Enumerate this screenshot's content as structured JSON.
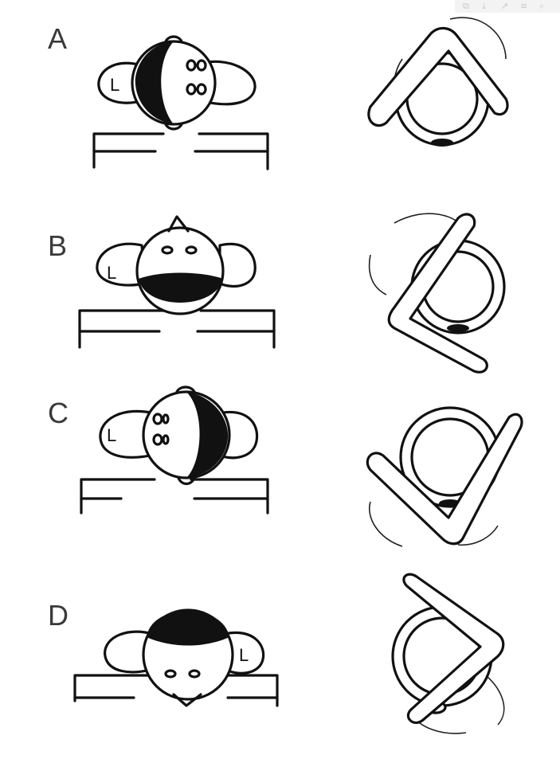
{
  "panels": [
    {
      "label": "A",
      "ear_letter": "L"
    },
    {
      "label": "B",
      "ear_letter": "L"
    },
    {
      "label": "C",
      "ear_letter": "L"
    },
    {
      "label": "D",
      "ear_letter": "L"
    }
  ],
  "toolbar": {
    "icons": [
      "copy-icon",
      "download-icon",
      "share-icon",
      "more-icon",
      "zoom-icon"
    ],
    "glyphs": [
      "⧉",
      "⤓",
      "↗",
      "≡",
      "⌕"
    ]
  }
}
